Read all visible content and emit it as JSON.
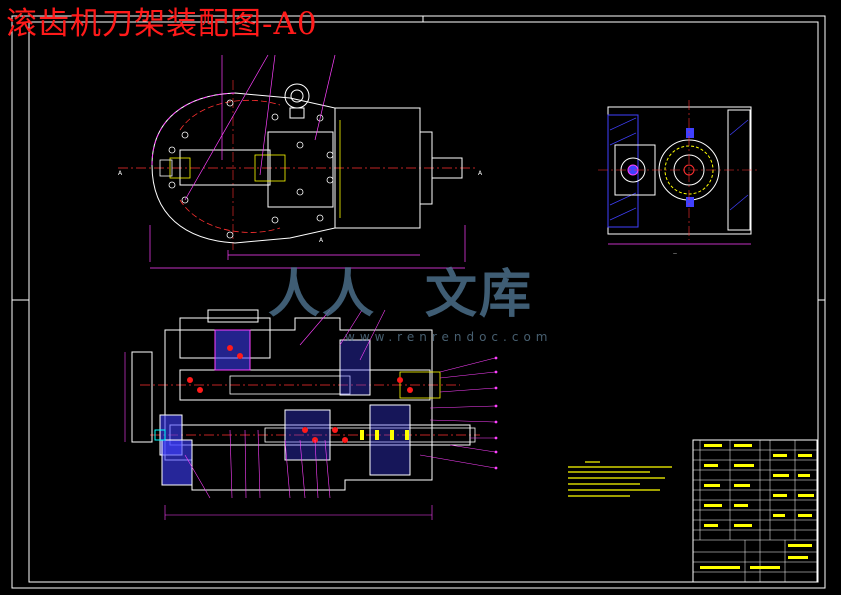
{
  "drawing": {
    "title": "滚齿机刀架装配图-A0"
  },
  "watermark": {
    "brand_left": "人人",
    "brand_right": "文库",
    "url": "www.renrendoc.com"
  },
  "colors": {
    "background": "#000000",
    "title": "#ff1a1a",
    "frame": "#ffffff",
    "outline": "#ffffff",
    "centerline": "#ff3030",
    "dimension": "#ff40ff",
    "hatch": "#4040ff",
    "detail": "#ffff00",
    "highlight": "#00ffff",
    "watermark": "#4f7592"
  }
}
